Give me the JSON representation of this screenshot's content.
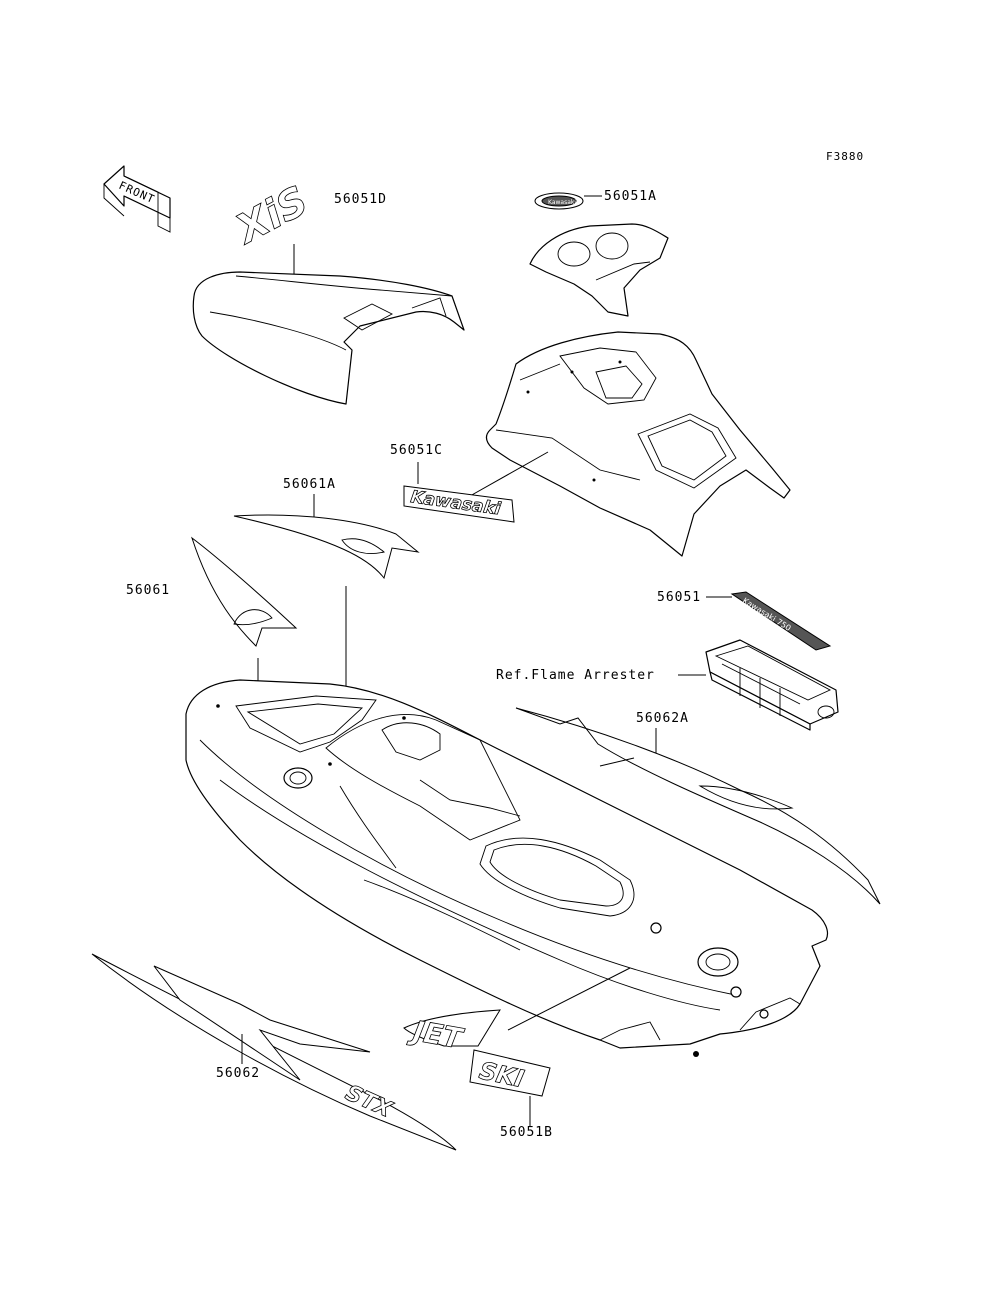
{
  "figure_code": "F3880",
  "front_label": "FRONT",
  "labels": {
    "p56051D": "56051D",
    "p56051A": "56051A",
    "p56051C": "56051C",
    "p56061A": "56061A",
    "p56061": "56061",
    "p56051": "56051",
    "ref_flame_arrester": "Ref.Flame Arrester",
    "p56062A": "56062A",
    "p56062": "56062",
    "p56051B": "56051B"
  },
  "decal_text": {
    "xis": "XiS",
    "kawasaki": "Kawasaki",
    "jet": "JET",
    "ski": "SKI",
    "stx": "STX",
    "flame_decal": "Kawasaki 750",
    "oval_badge": "Kawasaki"
  }
}
